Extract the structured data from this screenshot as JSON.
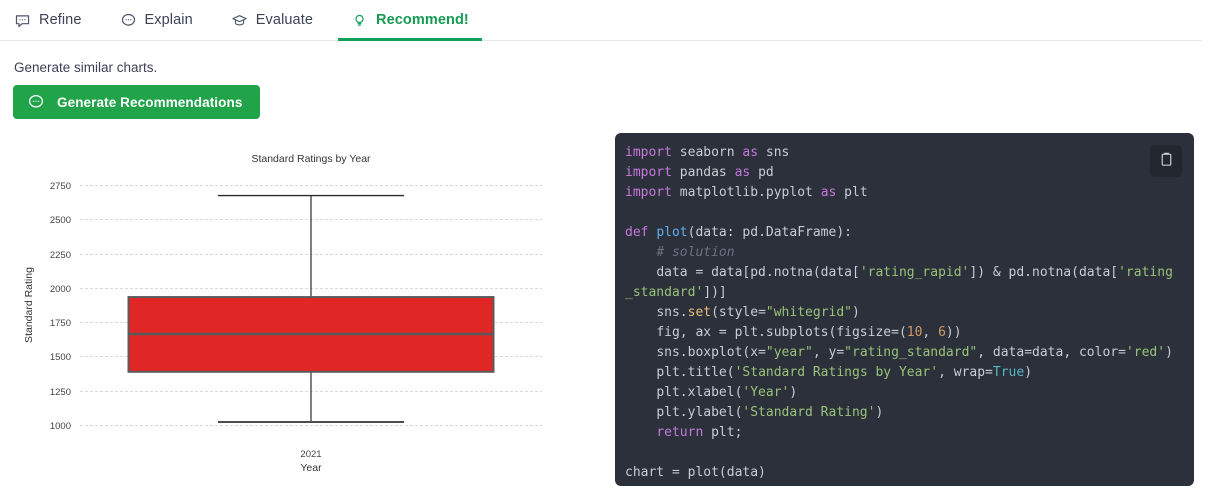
{
  "tabs": [
    {
      "label": "Refine",
      "icon": "comment-icon",
      "active": false
    },
    {
      "label": "Explain",
      "icon": "comment-dots-icon",
      "active": false
    },
    {
      "label": "Evaluate",
      "icon": "graduation-cap-icon",
      "active": false
    },
    {
      "label": "Recommend!",
      "icon": "lightbulb-icon",
      "active": true
    }
  ],
  "panel": {
    "lead_text": "Generate similar charts.",
    "generate_button_label": "Generate Recommendations",
    "generate_button_icon": "comment-dots-icon",
    "accent_green": "#13a05a",
    "button_green": "#21a34a"
  },
  "code": {
    "copy_icon": "clipboard-icon",
    "language": "python",
    "background": "#2b303b",
    "text": "import seaborn as sns\nimport pandas as pd\nimport matplotlib.pyplot as plt\n\ndef plot(data: pd.DataFrame):\n    # solution\n    data = data[pd.notna(data['rating_rapid']) & pd.notna(data['rating_standard'])]\n    sns.set(style=\"whitegrid\")\n    fig, ax = plt.subplots(figsize=(10, 6))\n    sns.boxplot(x=\"year\", y=\"rating_standard\", data=data, color='red')\n    plt.title('Standard Ratings by Year', wrap=True)\n    plt.xlabel('Year')\n    plt.ylabel('Standard Rating')\n    return plt;\n\nchart = plot(data)",
    "tokens": [
      [
        [
          "kw",
          "import"
        ],
        [
          "pln",
          " seaborn "
        ],
        [
          "kw",
          "as"
        ],
        [
          "pln",
          " sns"
        ]
      ],
      [
        [
          "kw",
          "import"
        ],
        [
          "pln",
          " pandas "
        ],
        [
          "kw",
          "as"
        ],
        [
          "pln",
          " pd"
        ]
      ],
      [
        [
          "kw",
          "import"
        ],
        [
          "pln",
          " matplotlib.pyplot "
        ],
        [
          "kw",
          "as"
        ],
        [
          "pln",
          " plt"
        ]
      ],
      [],
      [
        [
          "kw",
          "def"
        ],
        [
          "pln",
          " "
        ],
        [
          "fn",
          "plot"
        ],
        [
          "pln",
          "(data: pd.DataFrame):"
        ]
      ],
      [
        [
          "com",
          "    # solution"
        ]
      ],
      [
        [
          "pln",
          "    data = data[pd.notna(data["
        ],
        [
          "str",
          "'rating_rapid'"
        ],
        [
          "pln",
          "]) & pd.notna(data["
        ],
        [
          "str",
          "'rating_standard'"
        ],
        [
          "pln",
          "])]"
        ]
      ],
      [
        [
          "pln",
          "    sns."
        ],
        [
          "meth",
          "set"
        ],
        [
          "pln",
          "(style="
        ],
        [
          "str",
          "\"whitegrid\""
        ],
        [
          "pln",
          ")"
        ]
      ],
      [
        [
          "pln",
          "    fig, ax = plt.subplots(figsize=("
        ],
        [
          "num",
          "10"
        ],
        [
          "pln",
          ", "
        ],
        [
          "num",
          "6"
        ],
        [
          "pln",
          "))"
        ]
      ],
      [
        [
          "pln",
          "    sns.boxplot(x="
        ],
        [
          "str",
          "\"year\""
        ],
        [
          "pln",
          ", y="
        ],
        [
          "str",
          "\"rating_standard\""
        ],
        [
          "pln",
          ", data=data, color="
        ],
        [
          "str",
          "'red'"
        ],
        [
          "pln",
          ")"
        ]
      ],
      [
        [
          "pln",
          "    plt.title("
        ],
        [
          "str",
          "'Standard Ratings by Year'"
        ],
        [
          "pln",
          ", wrap="
        ],
        [
          "bool",
          "True"
        ],
        [
          "pln",
          ")"
        ]
      ],
      [
        [
          "pln",
          "    plt.xlabel("
        ],
        [
          "str",
          "'Year'"
        ],
        [
          "pln",
          ")"
        ]
      ],
      [
        [
          "pln",
          "    plt.ylabel("
        ],
        [
          "str",
          "'Standard Rating'"
        ],
        [
          "pln",
          ")"
        ]
      ],
      [
        [
          "kw",
          "    return"
        ],
        [
          "pln",
          " plt;"
        ]
      ],
      [],
      [
        [
          "pln",
          "chart = plot(data)"
        ]
      ]
    ]
  },
  "chart_data": {
    "type": "box",
    "title": "Standard Ratings by Year",
    "xlabel": "Year",
    "ylabel": "Standard Rating",
    "categories": [
      "2021"
    ],
    "ytick_labels": [
      "2750",
      "2500",
      "2250",
      "2000",
      "1750",
      "1500",
      "1250",
      "1000"
    ],
    "yticks": [
      2750,
      2500,
      2250,
      2000,
      1750,
      1500,
      1250,
      1000
    ],
    "ylim": [
      925,
      2825
    ],
    "grid": true,
    "legend": "none",
    "box_color": "#e02726",
    "boxes": [
      {
        "category": "2021",
        "whisker_low": 1020,
        "q1": 1387,
        "median": 1663,
        "q3": 1933,
        "whisker_high": 2675
      }
    ]
  }
}
